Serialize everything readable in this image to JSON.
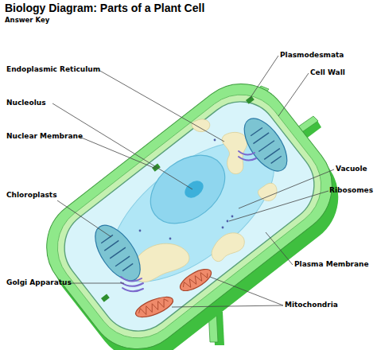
{
  "diagram": {
    "title": "Biology Diagram: Parts of a Plant Cell",
    "labels": [
      "Answer Key",
      "Plasmodesmata",
      "Endoplasmic Reticulum",
      "Cell Wall",
      "Nucleolus",
      "Nuclear Membrane",
      "Vacuole",
      "Ribosomes",
      "Chloroplasts",
      "Plasma Membrane",
      "Golgi Apparatus",
      "Mitochondria"
    ]
  }
}
